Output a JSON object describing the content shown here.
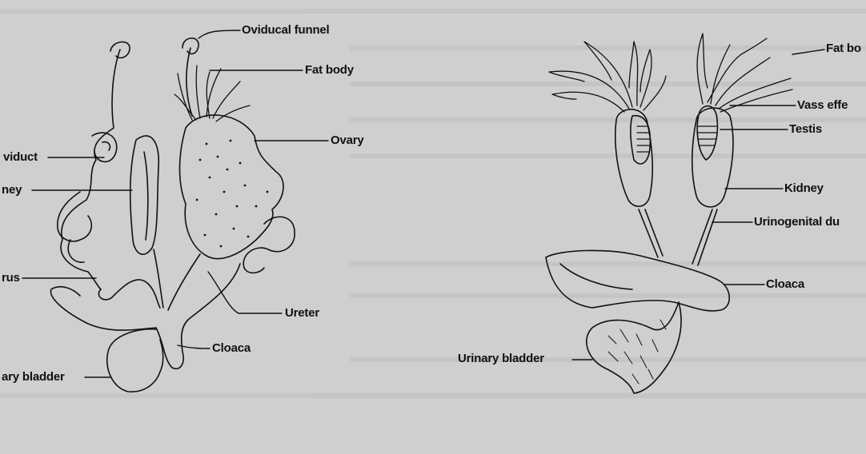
{
  "female": {
    "labels": {
      "oviducal_funnel": "Oviducal funnel",
      "fat_body": "Fat body",
      "ovary": "Ovary",
      "oviduct": "viduct",
      "kidney": "ney",
      "uterus": "rus",
      "ureter": "Ureter",
      "cloaca": "Cloaca",
      "urinary_bladder": "ary bladder"
    }
  },
  "male": {
    "labels": {
      "fat_body": "Fat bo",
      "vasa_efferentia": "Vass effe",
      "testis": "Testis",
      "kidney": "Kidney",
      "urinogenital_duct": "Urinogenital du",
      "cloaca": "Cloaca",
      "urinary_bladder": "Urinary bladder"
    }
  },
  "colors": {
    "paper": "#cfcfcf",
    "ink": "#111111"
  }
}
